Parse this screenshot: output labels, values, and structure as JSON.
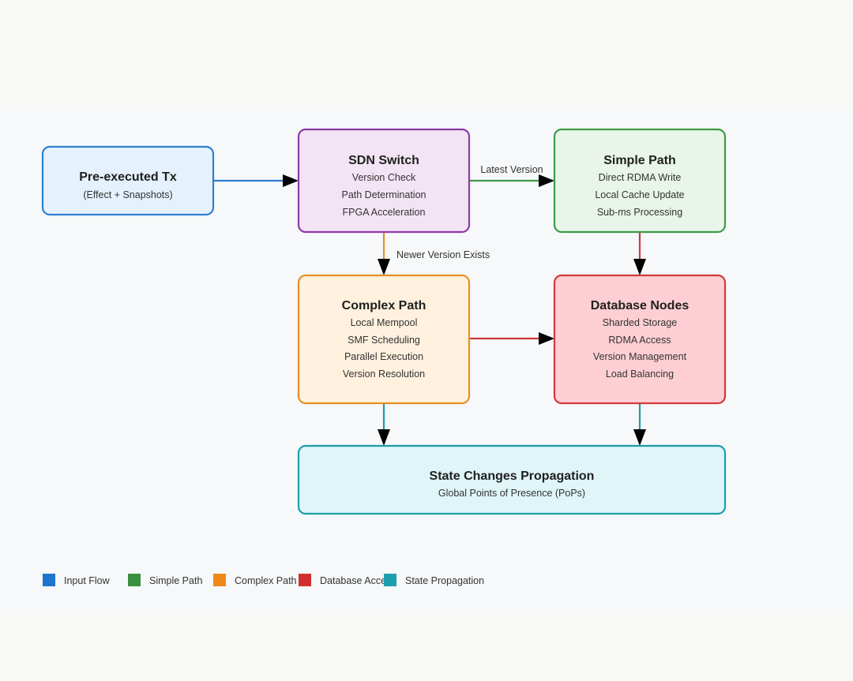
{
  "nodes": {
    "pre_executed": {
      "title": "Pre-executed Tx",
      "lines": [
        "(Effect + Snapshots)"
      ],
      "fill": "#e5f1fc",
      "stroke": "#2f7fd3"
    },
    "sdn_switch": {
      "title": "SDN Switch",
      "lines": [
        "Version Check",
        "Path Determination",
        "FPGA Acceleration"
      ],
      "fill": "#f3e4f5",
      "stroke": "#8e3aa8"
    },
    "simple_path": {
      "title": "Simple Path",
      "lines": [
        "Direct RDMA Write",
        "Local Cache Update",
        "Sub-ms Processing"
      ],
      "fill": "#e8f5e8",
      "stroke": "#3f9a48"
    },
    "complex_path": {
      "title": "Complex Path",
      "lines": [
        "Local Mempool",
        "SMF Scheduling",
        "Parallel Execution",
        "Version Resolution"
      ],
      "fill": "#fff1de",
      "stroke": "#e88e26"
    },
    "database_nodes": {
      "title": "Database Nodes",
      "lines": [
        "Sharded Storage",
        "RDMA Access",
        "Version Management",
        "Load Balancing"
      ],
      "fill": "#fdcfd4",
      "stroke": "#d23a3a"
    },
    "state_propagation": {
      "title": "State Changes Propagation",
      "lines": [
        "Global Points of Presence (PoPs)"
      ],
      "fill": "#dff5f8",
      "stroke": "#1b9ea8"
    }
  },
  "edges": {
    "latest_version_label": "Latest Version",
    "newer_version_label": "Newer Version Exists"
  },
  "edge_colors": {
    "input": "#2f7fd3",
    "simple": "#3f9a48",
    "complex": "#e88e26",
    "database": "#d23a3a",
    "state": "#1b9ea8"
  },
  "legend": [
    {
      "label": "Input Flow",
      "color": "#1f74d0"
    },
    {
      "label": "Simple Path",
      "color": "#3a8f3f"
    },
    {
      "label": "Complex Path",
      "color": "#ef8a1a"
    },
    {
      "label": "Database Access",
      "color": "#d23030"
    },
    {
      "label": "State Propagation",
      "color": "#1e9fae"
    }
  ]
}
